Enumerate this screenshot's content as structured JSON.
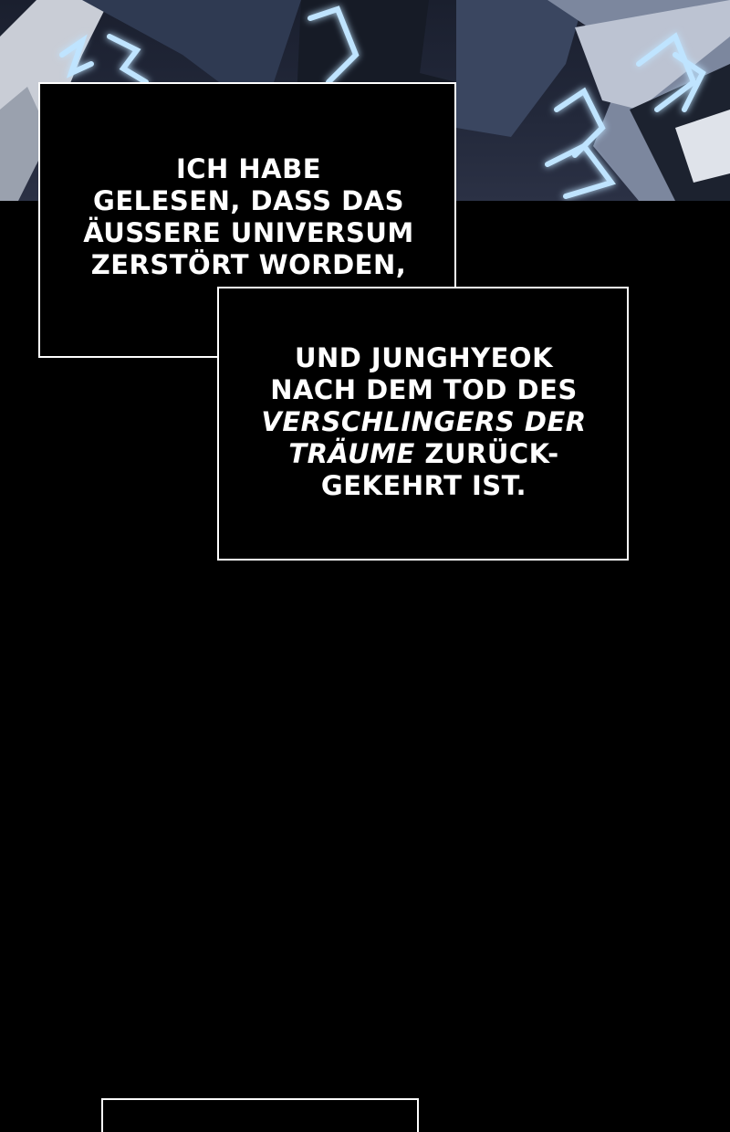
{
  "caption_1": {
    "lines": [
      "ICH HABE",
      "GELESEN, DASS DAS",
      "ÄUSSERE UNIVERSUM",
      "ZERSTÖRT WORDEN,"
    ]
  },
  "caption_2": {
    "line_1": "UND JUNGHYEOK",
    "line_2": "NACH DEM TOD DES",
    "line_3_emph": "VERSCHLINGERS DER",
    "line_4_emph": "TRÄUME",
    "line_4_rest": " ZURÜCK-",
    "line_5": "GEKEHRT IST."
  },
  "colors": {
    "background": "#000000",
    "text": "#ffffff",
    "border": "#ffffff",
    "glow": "#bfe4ff"
  }
}
